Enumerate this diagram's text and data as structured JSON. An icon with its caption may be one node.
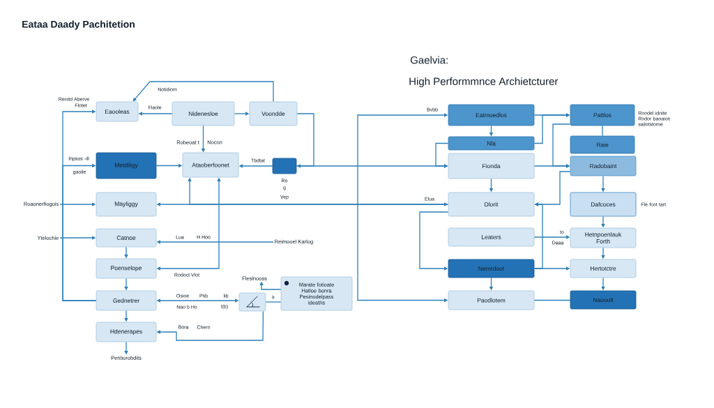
{
  "diagram": {
    "title": "Eataa Daady Pachitetion",
    "nodes": [
      {
        "text": [
          "Eaooleas"
        ]
      },
      {
        "text": [
          "Nidenesloe"
        ]
      },
      {
        "text": [
          "Voondde"
        ]
      },
      {
        "text": [
          "Metdiligy"
        ]
      },
      {
        "text": [
          "Ataoberfoonet"
        ]
      },
      {
        "text": [],
        "shape": "box"
      },
      {
        "text": [
          "Roaonerfiogois"
        ]
      },
      {
        "text": [
          "Mayliggy"
        ]
      },
      {
        "text": [
          "Ytelochie"
        ]
      },
      {
        "text": [
          "Catnoe"
        ]
      },
      {
        "text": [
          "Reimooel Karlog"
        ]
      },
      {
        "text": [
          "Poenselope"
        ]
      },
      {
        "text": [
          "Fleslnooss"
        ]
      },
      {
        "text": [
          "Marate fotioate Hatloe bonra Pesinodelpass ideaths"
        ]
      },
      {
        "text": [],
        "shape": "box"
      },
      {
        "text": [
          "Gednetrer"
        ]
      },
      {
        "text": [
          "Hdenerapes"
        ]
      },
      {
        "text": [
          "Pentiorobdits"
        ]
      },
      {
        "text": [
          "Eatmoedlos"
        ]
      },
      {
        "text": [
          "Pattlos"
        ],
        "beside": [
          "Roodel idnite Rodor baoaice sailotstome"
        ]
      },
      {
        "text": [
          "Nla"
        ]
      },
      {
        "text": [
          "Raie"
        ]
      },
      {
        "text": [
          "Fionda"
        ]
      },
      {
        "text": [
          "Radobaint"
        ]
      },
      {
        "text": [
          "Dlorit"
        ]
      },
      {
        "text": [
          "Dafcoces"
        ],
        "beside": [
          "Fle fcot tart"
        ]
      },
      {
        "text": [
          "Leaters"
        ]
      },
      {
        "text": [
          "Hetnpoenlauk Forth"
        ]
      },
      {
        "text": [
          "Nemrdoot"
        ]
      },
      {
        "text": [
          "Hertotctre"
        ]
      },
      {
        "text": [
          "Paodlotem"
        ]
      },
      {
        "text": [
          "Naooolt"
        ]
      }
    ],
    "edges": [
      {
        "from": 2,
        "to": 0,
        "arrow": "to",
        "label": "Notidiom"
      },
      {
        "from": 1,
        "to": 0,
        "arrow": "to",
        "label": "Flaole"
      },
      {
        "from": 1,
        "to": 2,
        "arrow": "to"
      },
      {
        "from": 1,
        "to": 4,
        "arrow": "to"
      },
      {
        "from": 2,
        "to": 5,
        "arrow": "to"
      },
      {
        "from": 5,
        "to": 22,
        "arrow": "to"
      },
      {
        "from": 5,
        "to": 4,
        "arrow": "to",
        "label": "Tbdtat"
      },
      {
        "from": 3,
        "to": 4,
        "arrow": "to"
      },
      {
        "from": 15,
        "to": 0,
        "arrow": "to"
      },
      {
        "from": 15,
        "to": 3,
        "arrow": "to"
      },
      {
        "from": 6,
        "to": 7,
        "arrow": "to"
      },
      {
        "from": 8,
        "to": 9,
        "arrow": "to"
      },
      {
        "from": 7,
        "to": 24,
        "arrow": "both"
      },
      {
        "from": 24,
        "to": 4,
        "arrow": "to"
      },
      {
        "from": 11,
        "to": 4,
        "arrow": "both",
        "label": "Rodoct Vlot"
      },
      {
        "from": 10,
        "to": 9,
        "arrow": "to"
      },
      {
        "from": 9,
        "to": 11,
        "arrow": "to"
      },
      {
        "from": 11,
        "to": 15,
        "arrow": "to"
      },
      {
        "from": 15,
        "to": 16,
        "arrow": "to"
      },
      {
        "from": 16,
        "to": 17,
        "arrow": "to"
      },
      {
        "from": 15,
        "to": 14,
        "arrow": "both"
      },
      {
        "from": 14,
        "to": 16,
        "arrow": "to"
      },
      {
        "from": 13,
        "to": 12,
        "arrow": "to"
      },
      {
        "from": 13,
        "to": 14,
        "arrow": "none",
        "label": "Ir"
      },
      {
        "from": 18,
        "to": 30,
        "arrow": "both"
      },
      {
        "from": 18,
        "to": 19,
        "arrow": "to"
      },
      {
        "from": 18,
        "to": 20,
        "arrow": "to"
      },
      {
        "from": 20,
        "to": 22,
        "arrow": "to"
      },
      {
        "from": 22,
        "to": 24,
        "arrow": "to"
      },
      {
        "from": 22,
        "to": 23,
        "arrow": "to"
      },
      {
        "from": 20,
        "to": 19,
        "arrow": "to"
      },
      {
        "from": 19,
        "to": 23,
        "arrow": "to"
      },
      {
        "from": 19,
        "to": 21,
        "arrow": "none"
      },
      {
        "from": 23,
        "to": 24,
        "arrow": "to"
      },
      {
        "from": 23,
        "to": 25,
        "arrow": "to"
      },
      {
        "from": 25,
        "to": 27,
        "arrow": "to"
      },
      {
        "from": 27,
        "to": 29,
        "arrow": "to"
      },
      {
        "from": 29,
        "to": 31,
        "arrow": "to"
      },
      {
        "from": 26,
        "to": 27,
        "arrow": "to"
      },
      {
        "from": 28,
        "to": 29,
        "arrow": "to"
      },
      {
        "from": 28,
        "to": 30,
        "arrow": "to"
      },
      {
        "from": 30,
        "to": 31,
        "arrow": "none"
      },
      {
        "from": 28,
        "to": 24,
        "arrow": "to"
      },
      {
        "from": 24,
        "to": 28,
        "arrow": "to"
      }
    ],
    "labels": [
      "Gaelvia:",
      "High Performmnce Archietcturer",
      "Renitd Aberve",
      "Flotet",
      "Robeoat t",
      "Nocon",
      "Ihpsos -ill",
      "gaoile",
      "Ro",
      "g",
      "Vep",
      "Bvbb",
      "Elua",
      "Lua",
      "H Hoo",
      "to",
      "Daaa",
      "Osioe",
      "Ptib",
      "lib",
      "Nao b Ho",
      "l(b)",
      "Bora",
      "Chero"
    ]
  }
}
